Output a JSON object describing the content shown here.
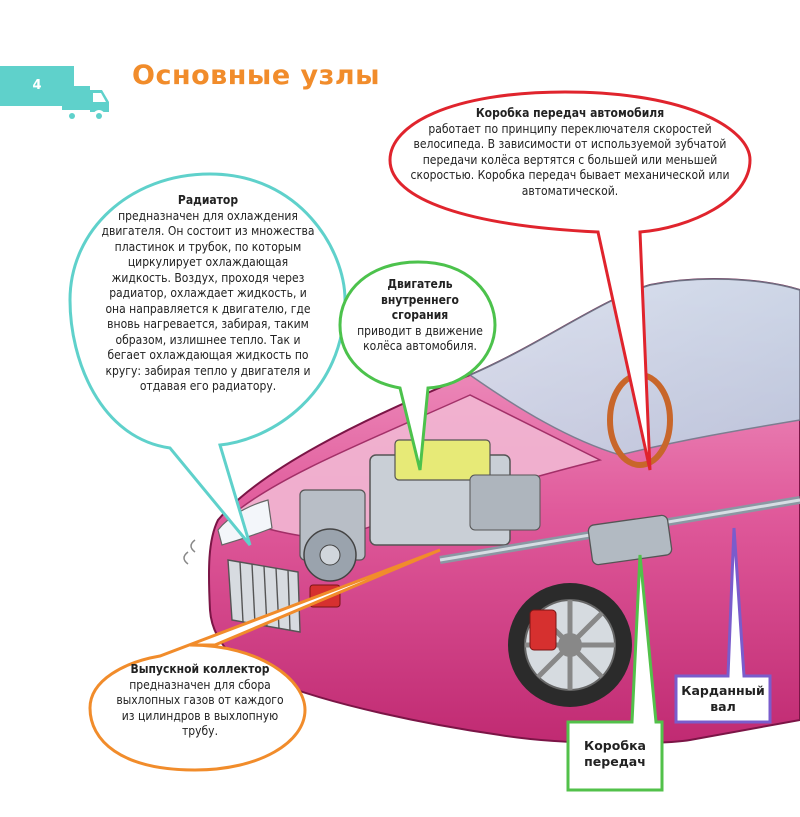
{
  "page": {
    "number": "4",
    "title": "Основные узлы"
  },
  "callouts": {
    "radiator": {
      "heading": "Радиатор",
      "text": "предназначен для охлаждения двигателя. Он состоит из множества пластинок и трубок, по которым циркулирует охлаждающая жидкость. Воздух, проходя через радиатор, охлаждает жидкость, и она направляется к двигателю, где вновь нагревается, забирая, таким образом, излишнее тепло. Так и бегает охлаждающая жидкость по кругу: забирая тепло у двигателя и отдавая его радиатору."
    },
    "engine": {
      "heading": "Двигатель внутреннего сгорания",
      "text": "приводит в движение колёса автомобиля."
    },
    "gearbox_info": {
      "heading": "Коробка передач автомобиля",
      "text": "работает по принципу переключателя скоростей велосипеда. В зависимости от используемой зубчатой передачи колёса вертятся с большей или меньшей скоростью. Коробка передач бывает механической или автоматической."
    },
    "exhaust": {
      "heading": "Выпускной коллектор",
      "text": "предназначен для сбора выхлопных газов от каждого из цилиндров в выхлопную трубу."
    },
    "gearbox_label": {
      "heading": "Коробка передач"
    },
    "driveshaft": {
      "heading": "Карданный вал"
    }
  },
  "colors": {
    "accent_title": "#f18c2b",
    "tab": "#5fd1cb",
    "radiator_border": "#5fd1cb",
    "engine_border": "#4cc24c",
    "gearbox_border": "#e0242d",
    "exhaust_border": "#f18c2b",
    "gearbox_label_border": "#52c14a",
    "driveshaft_border": "#7a5ccc",
    "car_body": "#d83a86"
  }
}
